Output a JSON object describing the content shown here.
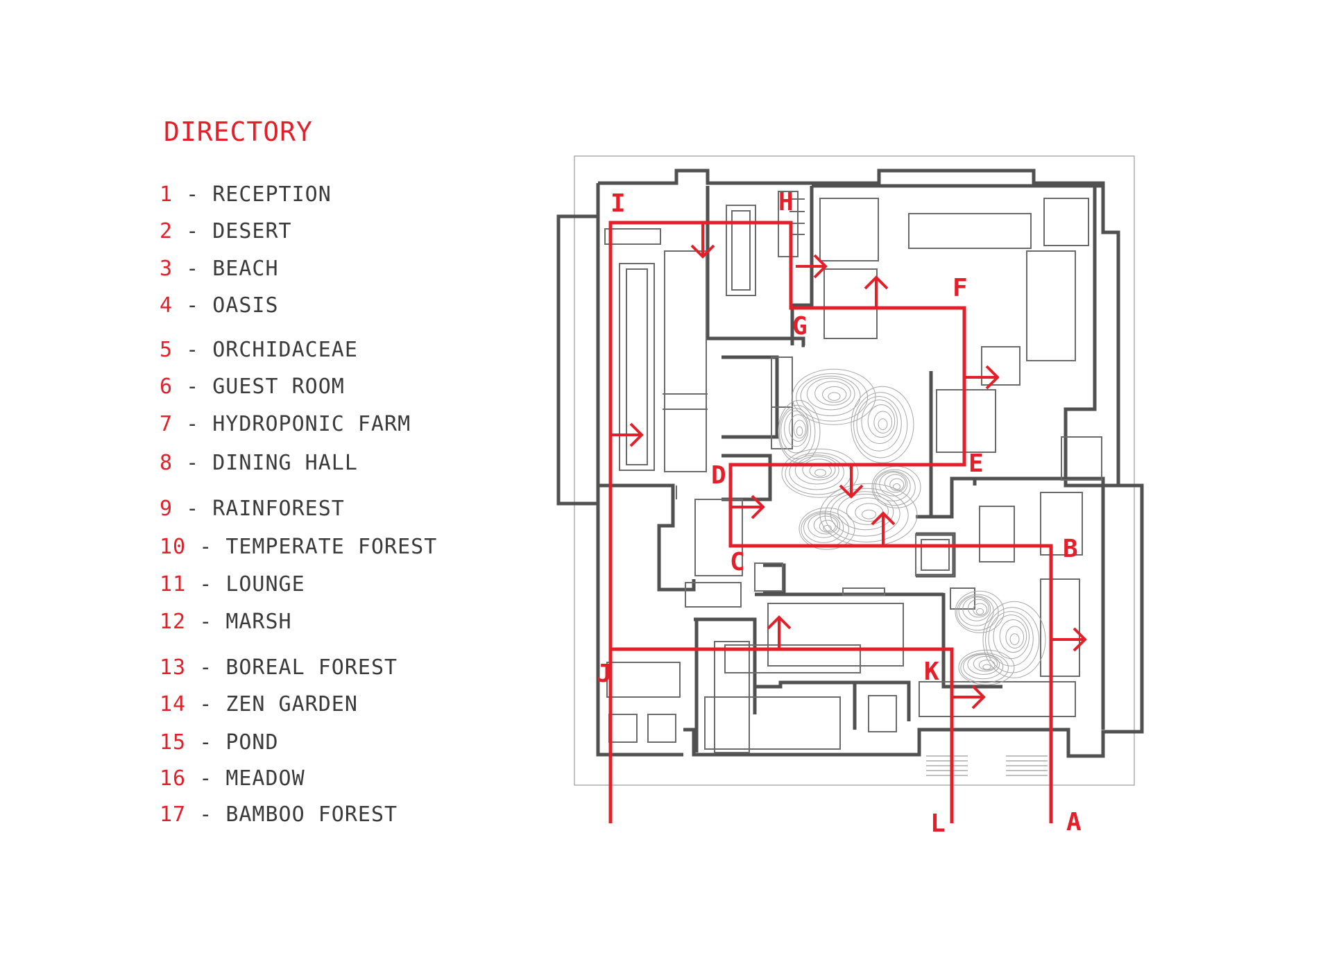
{
  "directory": {
    "title": "DIRECTORY",
    "items": [
      {
        "num": "1",
        "sep": "-",
        "name": "RECEPTION"
      },
      {
        "num": "2",
        "sep": "-",
        "name": "DESERT"
      },
      {
        "num": "3",
        "sep": "-",
        "name": "BEACH"
      },
      {
        "num": "4",
        "sep": "-",
        "name": "OASIS"
      },
      {
        "num": "5",
        "sep": "-",
        "name": "ORCHIDACEAE"
      },
      {
        "num": "6",
        "sep": "-",
        "name": "GUEST ROOM"
      },
      {
        "num": "7",
        "sep": "-",
        "name": "HYDROPONIC FARM"
      },
      {
        "num": "8",
        "sep": "-",
        "name": "DINING HALL"
      },
      {
        "num": "9",
        "sep": "-",
        "name": "RAINFOREST"
      },
      {
        "num": "10",
        "sep": "-",
        "name": "TEMPERATE FOREST"
      },
      {
        "num": "11",
        "sep": "-",
        "name": "LOUNGE"
      },
      {
        "num": "12",
        "sep": "-",
        "name": "MARSH"
      },
      {
        "num": "13",
        "sep": "-",
        "name": "BOREAL FOREST"
      },
      {
        "num": "14",
        "sep": "-",
        "name": "ZEN GARDEN"
      },
      {
        "num": "15",
        "sep": "-",
        "name": "POND"
      },
      {
        "num": "16",
        "sep": "-",
        "name": "MEADOW"
      },
      {
        "num": "17",
        "sep": "-",
        "name": "BAMBOO FOREST"
      }
    ]
  },
  "plan": {
    "route_color": "#e3202a",
    "wall_color": "#505050",
    "labels": {
      "A": "A",
      "B": "B",
      "C": "C",
      "D": "D",
      "E": "E",
      "F": "F",
      "G": "G",
      "H": "H",
      "I": "I",
      "J": "J",
      "K": "K",
      "L": "L"
    }
  }
}
